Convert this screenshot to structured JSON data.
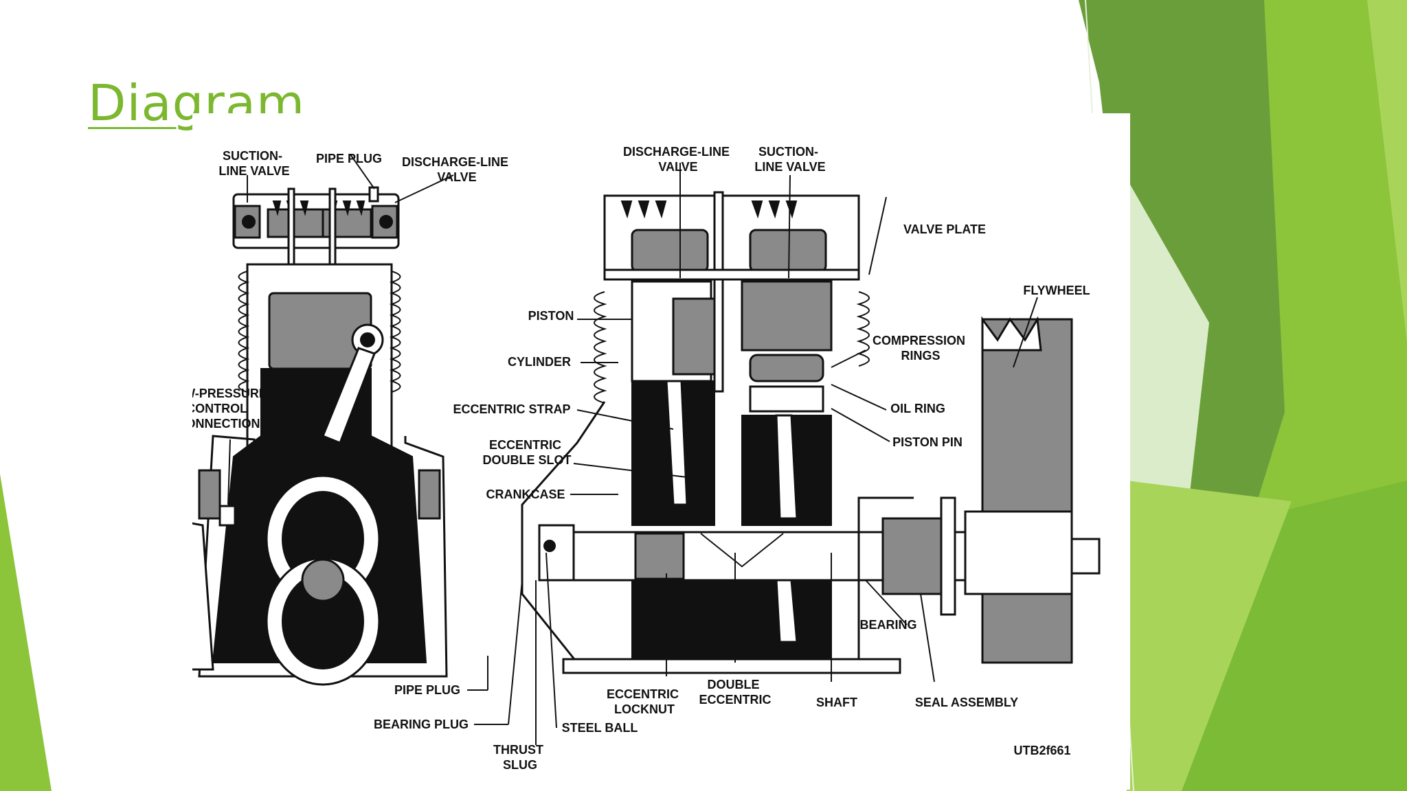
{
  "slide": {
    "title": "Diagram"
  },
  "diagram": {
    "labels": {
      "suction_line_valve_left": [
        "SUCTION-",
        "LINE  VALVE"
      ],
      "pipe_plug_top": "PIPE PLUG",
      "discharge_line_valve_left": [
        "DISCHARGE-LINE",
        "VALVE"
      ],
      "discharge_line_valve_right": [
        "DISCHARGE-LINE",
        "VALVE"
      ],
      "suction_line_valve_right": [
        "SUCTION-",
        "LINE  VALVE"
      ],
      "valve_plate": "VALVE PLATE",
      "flywheel": "FLYWHEEL",
      "piston": "PISTON",
      "cylinder": "CYLINDER",
      "compression_rings": [
        "COMPRESSION",
        "RINGS"
      ],
      "low_pressure_control": [
        "LOW-PRESSURE",
        "CONTROL",
        "CONNECTION"
      ],
      "eccentric_strap": "ECCENTRIC STRAP",
      "oil_ring": "OIL RING",
      "eccentric_double_slot": [
        "ECCENTRIC",
        "DOUBLE SLOT"
      ],
      "piston_pin": "PISTON PIN",
      "crankcase": "CRANKCASE",
      "bearing": "BEARING",
      "pipe_plug_bottom": "PIPE PLUG",
      "eccentric_locknut": [
        "ECCENTRIC",
        "LOCKNUT"
      ],
      "double_eccentric": [
        "DOUBLE",
        "ECCENTRIC"
      ],
      "shaft": "SHAFT",
      "seal_assembly": "SEAL ASSEMBLY",
      "bearing_plug": "BEARING PLUG",
      "steel_ball": "STEEL BALL",
      "thrust_slug": [
        "THRUST",
        "SLUG"
      ],
      "figure_code": "UTB2f661"
    }
  },
  "colors": {
    "title": "#7cb82f",
    "accent_light": "#a8d45a",
    "accent_mid": "#8cc43a",
    "accent_dark": "#6a9e3a"
  }
}
